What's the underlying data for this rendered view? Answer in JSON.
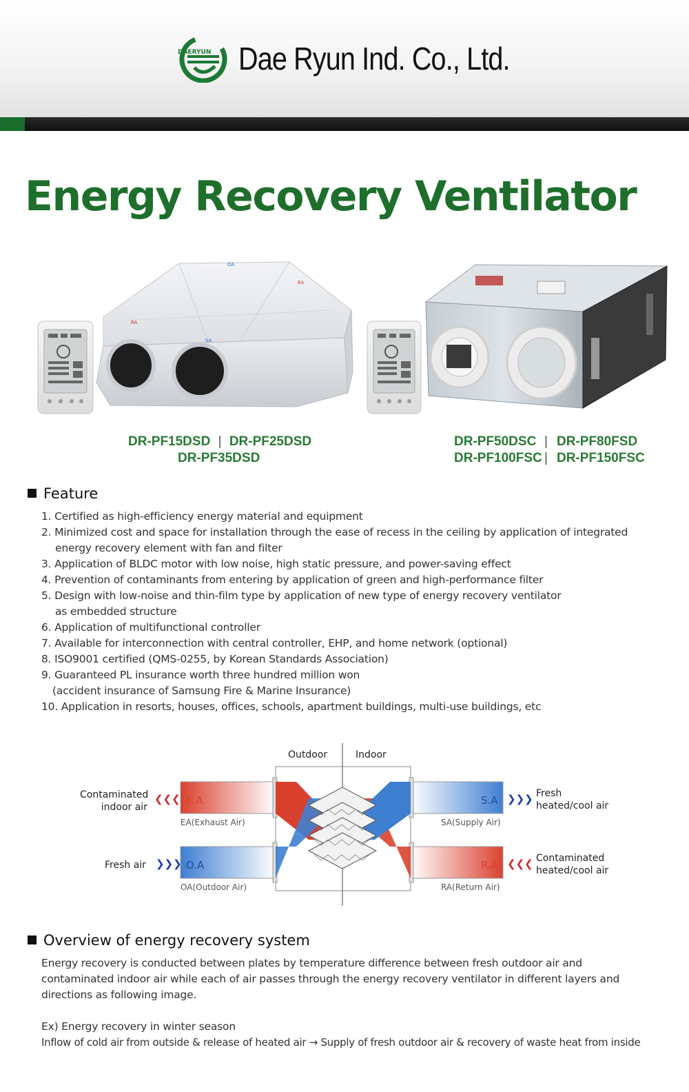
{
  "header": {
    "logo_text": "DAERYUN",
    "company": "Dae Ryun Ind. Co., Ltd."
  },
  "title": "Energy Recovery Ventilator",
  "products": {
    "left_models_line1_a": "DR-PF15DSD",
    "left_models_line1_b": "DR-PF25DSD",
    "left_models_line2": "DR-PF35DSD",
    "right_models_line1_a": "DR-PF50DSC",
    "right_models_line1_b": "DR-PF80FSD",
    "right_models_line2_a": "DR-PF100FSC",
    "right_models_line2_b": "DR-PF150FSC",
    "separator": "|",
    "unit_labels": {
      "oa": "OA",
      "ea": "EA",
      "ra": "RA",
      "sa": "SA"
    }
  },
  "feature": {
    "heading": "Feature",
    "lines": [
      "1. Certified as high-efficiency energy material and equipment",
      "2. Minimized cost and space for installation through the ease of recess in the ceiling by application of integrated",
      "energy recovery element with fan and filter",
      "3. Application of BLDC motor with low noise, high static pressure, and power-saving effect",
      "4. Prevention of contaminants from entering by application of green and high-performance filter",
      "5. Design with low-noise and thin-film type by application of new type of energy recovery ventilator",
      "as embedded structure",
      "6. Application of multifunctional controller",
      "7. Available for interconnection with central controller, EHP, and home network (optional)",
      "8. ISO9001 certified (QMS-0255, by Korean Standards Association)",
      "9. Guaranteed PL insurance worth three hundred million won",
      "(accident insurance of Samsung Fire & Marine Insurance)",
      "10. Application in resorts, houses, offices, schools, apartment buildings, multi-use buildings, etc"
    ]
  },
  "diagram": {
    "outdoor": "Outdoor",
    "indoor": "Indoor",
    "contaminated_indoor_l1": "Contaminated",
    "contaminated_indoor_l2": "indoor air",
    "fresh_air": "Fresh air",
    "fresh_heated_l1": "Fresh",
    "fresh_heated_l2": "heated/cool air",
    "contaminated_heated_l1": "Contaminated",
    "contaminated_heated_l2": "heated/cool air",
    "ea_tag": "E.A",
    "oa_tag": "O.A",
    "sa_tag": "S.A",
    "ra_tag": "R.A",
    "ea_caption": "EA(Exhaust Air)",
    "oa_caption": "OA(Outdoor Air)",
    "sa_caption": "SA(Supply Air)",
    "ra_caption": "RA(Return Air)",
    "arrows_in": "❮❮❮",
    "arrows_out": "❯❯❯",
    "colors": {
      "warm": "#d9412f",
      "cool": "#3f7fd0",
      "arrow": "#1f3fa0",
      "arrow_red": "#d12b2b"
    }
  },
  "overview": {
    "heading": "Overview of energy recovery system",
    "lines": [
      "Energy recovery is conducted between plates by temperature difference between fresh outdoor air and",
      "contaminated indoor air while each of air passes through the energy recovery ventilator in different layers and",
      "directions as following image.",
      "",
      "Ex) Energy recovery in winter season",
      "Inflow of cold air from outside & release of heated air → Supply of fresh outdoor air & recovery of waste heat from inside"
    ]
  }
}
